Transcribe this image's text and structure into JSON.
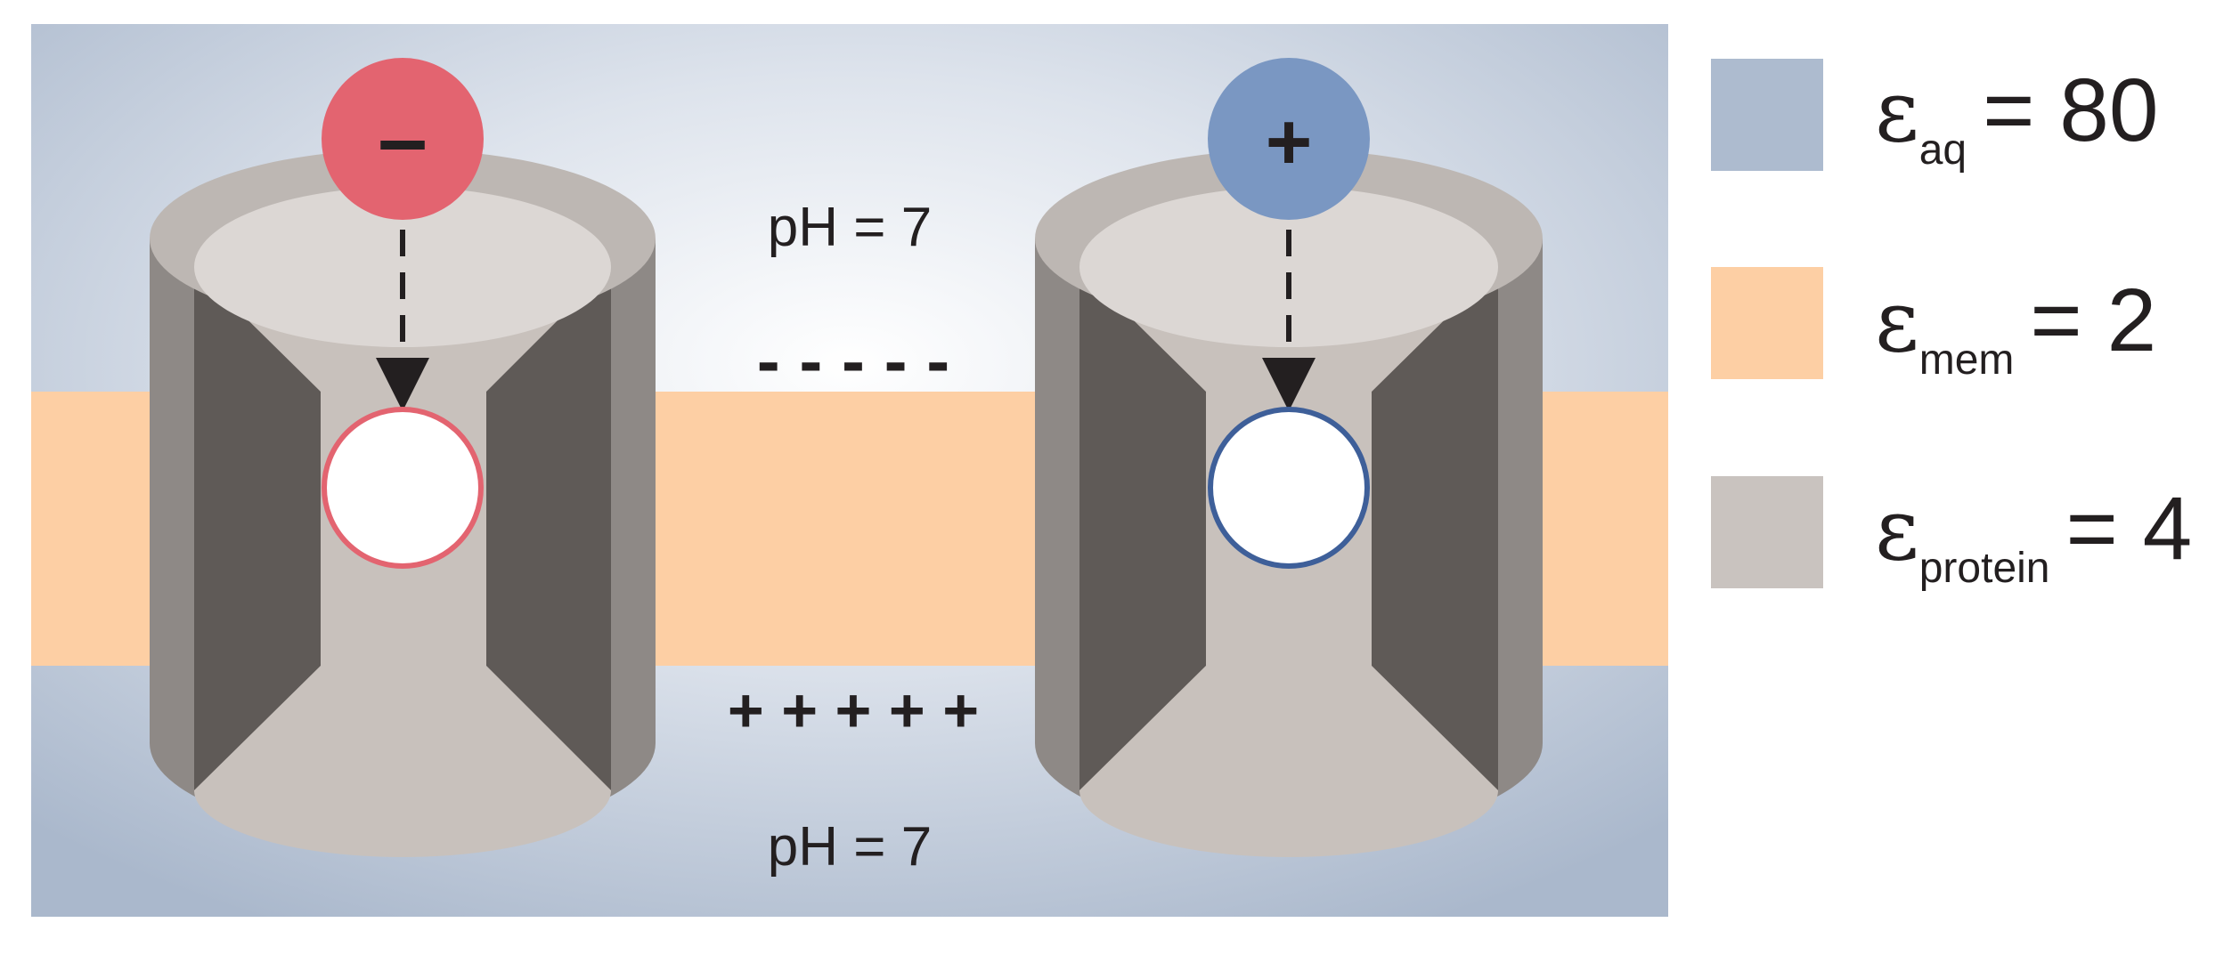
{
  "labels": {
    "ph_top": "pH = 7",
    "ph_bottom": "pH = 7",
    "membrane_top_charge": "- - - - -",
    "membrane_bottom_charge": "+ + + + +",
    "ion_left_sign": "–",
    "ion_right_sign": "+"
  },
  "legend": [
    {
      "symbol": "ε",
      "subscript": "aq",
      "value": "= 80",
      "color": "#adbbcf"
    },
    {
      "symbol": "ε",
      "subscript": "mem",
      "value": "= 2",
      "color": "#fdcfa4"
    },
    {
      "symbol": "ε",
      "subscript": "protein",
      "value": "= 4",
      "color": "#c9c3bf"
    }
  ],
  "colors": {
    "aqueous": "#b8c4d6",
    "membrane": "#fdcfa4",
    "protein_outer": "#8e8986",
    "protein_inner": "#c8c1bc",
    "protein_dark": "#5f5a57",
    "protein_top": "#dcd7d4",
    "negative_ion": "#e36470",
    "positive_ion": "#7a97c2"
  }
}
